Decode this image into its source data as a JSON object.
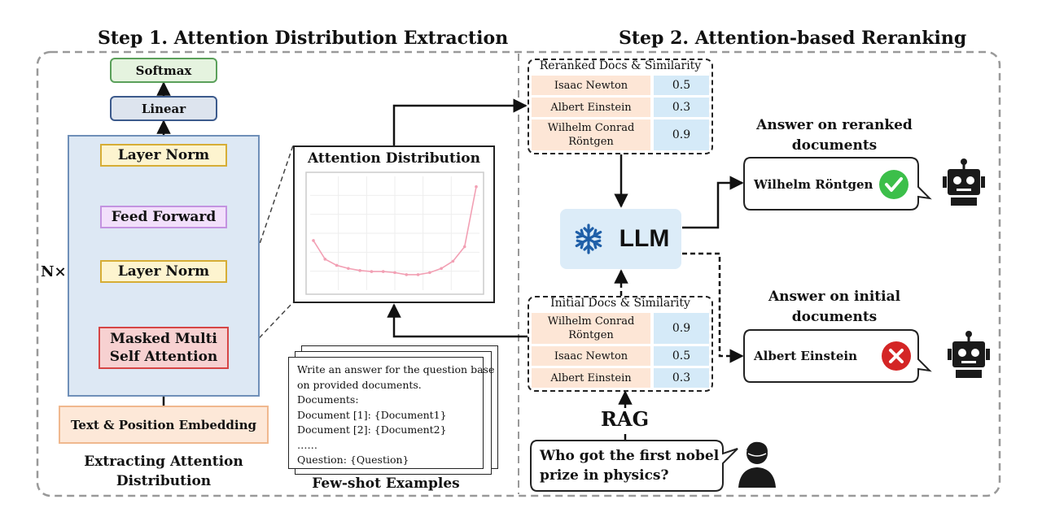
{
  "headers": {
    "step1": "Step 1. Attention Distribution Extraction",
    "step2": "Step 2. Attention-based Reranking"
  },
  "transformer": {
    "softmax": "Softmax",
    "linear": "Linear",
    "layer_norm_top": "Layer  Norm",
    "feed_forward": "Feed Forward",
    "layer_norm_bottom": "Layer  Norm",
    "attention_line1": "Masked Multi",
    "attention_line2": "Self Attention",
    "embedding": "Text & Position Embedding",
    "repeat_label": "N×",
    "caption_line1": "Extracting Attention",
    "caption_line2": "Distribution"
  },
  "attention_panel": {
    "title": "Attention Distribution"
  },
  "prompt": {
    "lines": [
      "Write an answer for the question base",
      "on provided documents.",
      "Documents:",
      "Document [1]: {Document1}",
      "Document [2]: {Document2}",
      "……",
      "Question: {Question}"
    ],
    "caption": "Few-shot Examples"
  },
  "reranked_docs": {
    "title": "Reranked Docs & Similarity",
    "rows": [
      {
        "name": "Isaac Newton",
        "score": "0.5"
      },
      {
        "name": "Albert Einstein",
        "score": "0.3"
      },
      {
        "name": "Wilhelm Conrad Röntgen",
        "score": "0.9"
      }
    ]
  },
  "initial_docs": {
    "title": "Initial Docs & Similarity",
    "rows": [
      {
        "name": "Wilhelm Conrad Röntgen",
        "score": "0.9"
      },
      {
        "name": "Isaac Newton",
        "score": "0.5"
      },
      {
        "name": "Albert Einstein",
        "score": "0.3"
      }
    ]
  },
  "llm": {
    "label": "LLM",
    "icon": "snowflake-icon"
  },
  "answers": {
    "reranked_title_line1": "Answer on reranked",
    "reranked_title_line2": "documents",
    "reranked_answer": "Wilhelm Röntgen",
    "initial_title_line1": "Answer on initial",
    "initial_title_line2": "documents",
    "initial_answer": "Albert Einstein"
  },
  "rag": {
    "label": "RAG",
    "question_line1": "Who got the first nobel",
    "question_line2": "prize in physics?"
  },
  "colors": {
    "correct": "#3cbf4a",
    "wrong": "#d42525",
    "curve": "#f2a0b4"
  },
  "chart_data": {
    "type": "line",
    "title": "Attention Distribution",
    "series": [
      {
        "values": [
          0.48,
          0.3,
          0.24,
          0.21,
          0.19,
          0.18,
          0.18,
          0.17,
          0.15,
          0.15,
          0.17,
          0.21,
          0.28,
          0.42,
          1.0
        ]
      }
    ],
    "ylim": [
      0,
      1.1
    ],
    "grid": true
  }
}
